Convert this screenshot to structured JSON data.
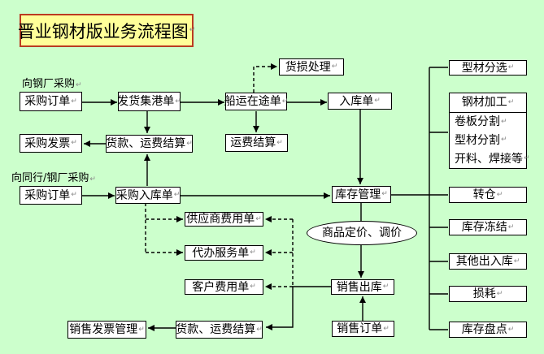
{
  "colors": {
    "background": "#ccffcc",
    "title_bg": "#ffff99",
    "title_border": "#bb3b22",
    "node_bg": "#ffffff",
    "node_border": "#000000",
    "line": "#000000",
    "return_mark": "#8a8a8a"
  },
  "marks": {
    "return": "↵"
  },
  "title": "晋业钢材版业务流程图",
  "annotations": {
    "purchase_from_mill": "向钢厂采购",
    "purchase_from_peer_mill": "向同行/钢厂采购"
  },
  "nodes": {
    "damage_handling": "货损处理",
    "purchase_order_1": "采购订单",
    "shipping_port_order": "发货集港单",
    "shipping_in_transit": "船运在途单",
    "warehouse_in_order": "入库单",
    "purchase_invoice": "采购发票",
    "payment_freight_settlement_top": "货款、运费结算",
    "freight_settlement": "运费结算",
    "purchase_order_2": "采购订单",
    "purchase_in_order": "采购入库单",
    "inventory_management": "库存管理",
    "supplier_fee_note": "供应商费用单",
    "agent_service_note": "代办服务单",
    "customer_fee_note": "客户费用单",
    "pricing_adjustment": "商品定价、调价",
    "sales_out": "销售出库",
    "sales_order": "销售订单",
    "sales_invoice_management": "销售发票管理",
    "payment_freight_settlement_bottom": "货款、运费结算",
    "profile_sorting": "型材分选",
    "steel_processing": "钢材加工",
    "coil_cutting": "卷板分割",
    "profile_cutting": "型材分割",
    "cutting_welding": "开料、焊接等",
    "transfer_warehouse": "转仓",
    "inventory_freeze": "库存冻结",
    "other_in_out": "其他出入库",
    "loss": "损耗",
    "inventory_count": "库存盘点"
  }
}
